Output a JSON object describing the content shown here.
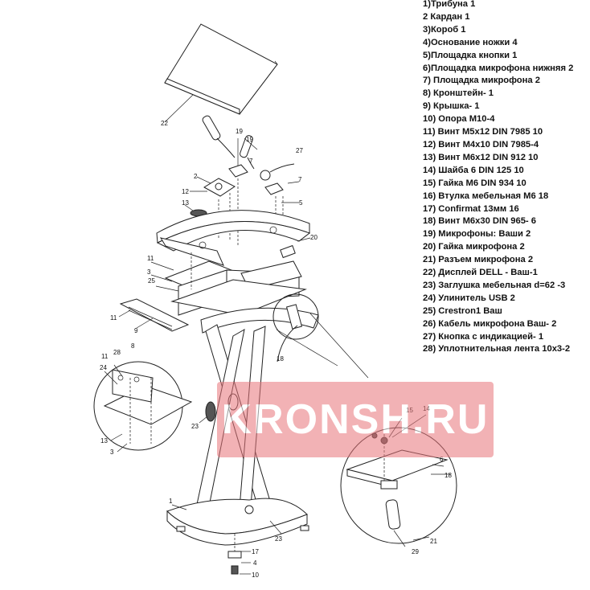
{
  "parts_list": [
    "1)Трибуна 1",
    "2 Кардан 1",
    "3)Короб 1",
    "4)Основание ножки 4",
    "5)Площадка кнопки 1",
    "6)Площадка микрофона нижняя 2",
    "7) Площадка микрофона 2",
    "8) Кронштейн- 1",
    "9) Крышка- 1",
    "10) Опора М10-4",
    "11) Винт М5х12 DIN 7985 10",
    "12) Винт М4х10 DIN 7985-4",
    "13) Винт М6х12 DIN 912 10",
    "14) Шайба 6 DIN 125 10",
    "15) Гайка М6 DIN 934 10",
    "16) Втулка мебельная М6 18",
    "17) Confirmat 13мм 16",
    "18) Винт М6х30 DIN 965- 6",
    "19) Микрофоны: Ваши 2",
    "20) Гайка микрофона 2",
    "21) Разъем микрофона 2",
    "22) Дисплей DELL - Ваш-1",
    "23) Заглушка мебельная d=62 -3",
    "24) Улинитель USB 2",
    "25) Crestron1 Ваш",
    "26) Кабель микрофона Ваш- 2",
    "27) Кнопка с индикацией- 1",
    "28) Уплотнительная лента 10х3-2"
  ],
  "watermark": "KRONSH.RU",
  "callouts": {
    "c22": "22",
    "c19a": "19",
    "c19b": "19",
    "c27": "27",
    "c7a": "7",
    "c7b": "7",
    "c2": "2",
    "c12": "12",
    "c13a": "13",
    "c5": "5",
    "c20": "20",
    "c11a": "11",
    "c3a": "3",
    "c25": "25",
    "c11b": "11",
    "c9": "9",
    "c18a": "18",
    "c11c": "11",
    "c28": "28",
    "c8": "8",
    "c24": "24",
    "c13b": "13",
    "c3b": "3",
    "c23a": "23",
    "c15": "15",
    "c14": "14",
    "c6": "6",
    "c18b": "18",
    "c1": "1",
    "c23b": "23",
    "c17": "17",
    "c4": "4",
    "c10": "10",
    "c29": "29",
    "c21": "21"
  }
}
